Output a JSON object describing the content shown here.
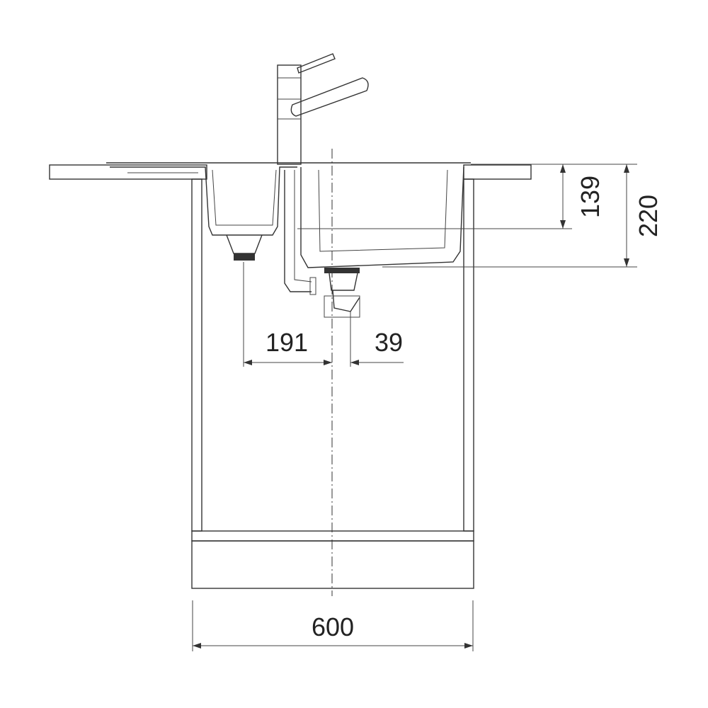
{
  "drawing": {
    "title": "Sink cabinet installation cross-section",
    "dimensions": {
      "bowl_depth_small": "139",
      "bowl_depth_large": "220",
      "drain_offset_left": "191",
      "drain_offset_right": "39",
      "cabinet_width": "600"
    },
    "colors": {
      "line": "#333333",
      "background": "#ffffff"
    }
  }
}
